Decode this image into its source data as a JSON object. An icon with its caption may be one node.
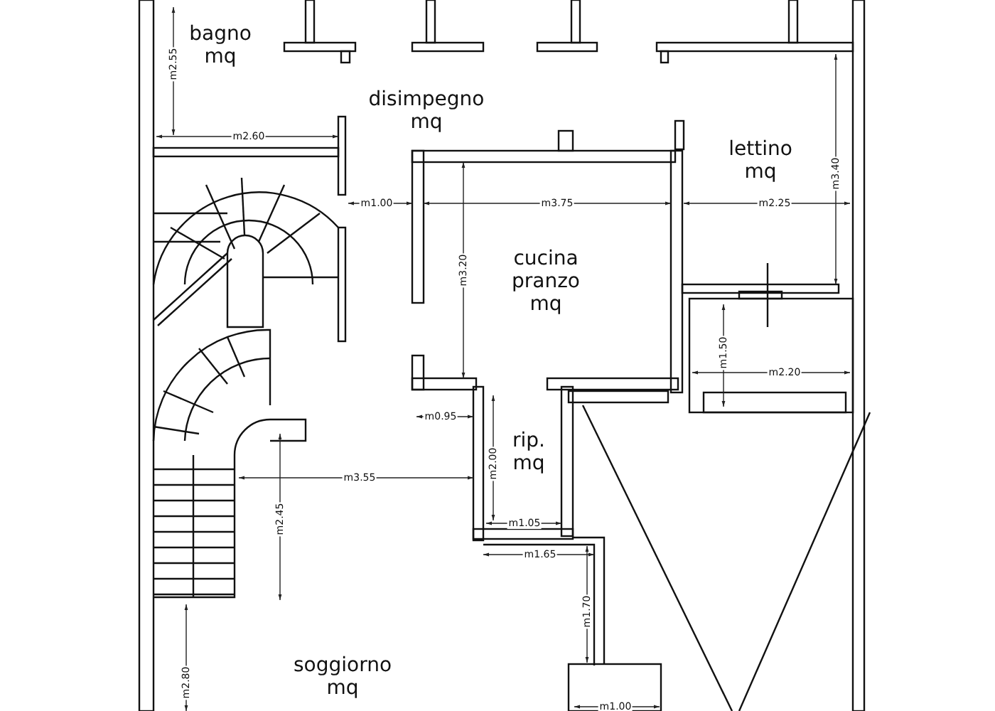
{
  "diagram": {
    "labels": [
      "bagno mq",
      "m2.55",
      "disimpegno mq",
      "m2.60",
      "lettino mq",
      "m1.00",
      "m3.75",
      "m2.25",
      "m3.40",
      "m3.20",
      "cucina pranzo mq",
      "m1.50",
      "m2.20",
      "m0.95",
      "rip. mq",
      "m2.00",
      "m1.05",
      "m3.55",
      "m2.45",
      "m1.65",
      "m1.70",
      "soggiorno mq",
      "m2.80",
      "m1.00"
    ]
  }
}
